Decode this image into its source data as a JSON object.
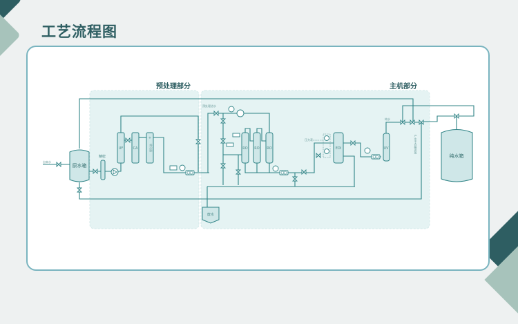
{
  "page": {
    "title": "工艺流程图"
  },
  "sections": {
    "pretreatment": "预处理部分",
    "main_unit": "主机部分"
  },
  "equipment": {
    "raw_water_tank": "原水箱",
    "precision_filter": "精密",
    "uf": "UF",
    "ca": "CA",
    "softener": "软化器",
    "softener_mark": "+",
    "ro1": "RO",
    "ro2": "RO",
    "ro3": "RO",
    "edi": "EDI",
    "uv": "UV",
    "pure_water_tank": "纯水箱",
    "waste_water": "废水"
  },
  "annotations": {
    "tap_water": "自来水",
    "pretreated_water": "预处理进水",
    "pressure_gauge": "压力表",
    "product_water": "纯水",
    "unqualified_drain": "产水不合格排放"
  },
  "colors": {
    "brand_dark": "#2e5e62",
    "brand_light": "#a7c3bb",
    "pipe": "#2f8386",
    "equipment_fill": "#cfe7e8",
    "zone_fill": "#e5f3f3",
    "card_border": "#79b4bf"
  }
}
